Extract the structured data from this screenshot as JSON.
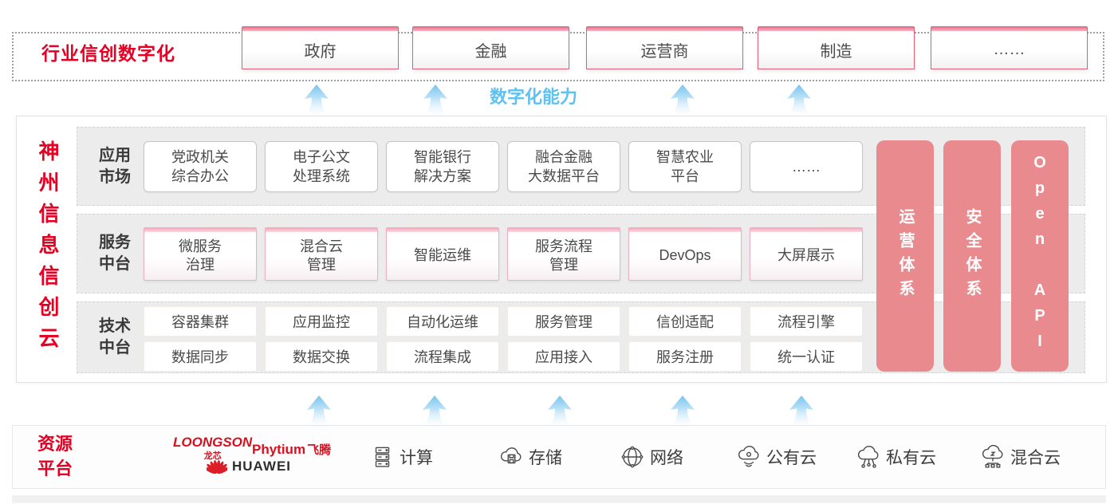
{
  "colors": {
    "brand_red": "#e60023",
    "industry_box_border": "#e25c78",
    "pillar_salmon": "#e98b8e",
    "capability_blue": "#5ec1ef",
    "arrow_blue": "#a8d9f5",
    "row_gray": "#ececec"
  },
  "industry": {
    "title": "行业信创数字化",
    "items": [
      "政府",
      "金融",
      "运营商",
      "制造",
      "……"
    ]
  },
  "capability": {
    "label": "数字化能力"
  },
  "platform": {
    "title": "神州信息信创云",
    "rows": [
      {
        "label": "应用\n市场",
        "items": [
          "党政机关\n综合办公",
          "电子公文\n处理系统",
          "智能银行\n解决方案",
          "融合金融\n大数据平台",
          "智慧农业\n平台",
          "……"
        ]
      },
      {
        "label": "服务\n中台",
        "items": [
          "微服务\n治理",
          "混合云\n管理",
          "智能运维",
          "服务流程\n管理",
          "DevOps",
          "大屏展示"
        ]
      },
      {
        "label": "技术\n中台",
        "items_top": [
          "容器集群",
          "应用监控",
          "自动化运维",
          "服务管理",
          "信创适配",
          "流程引擎"
        ],
        "items_bottom": [
          "数据同步",
          "数据交换",
          "流程集成",
          "应用接入",
          "服务注册",
          "统一认证"
        ]
      }
    ],
    "pillars": [
      "运营体系",
      "安全体系",
      "Open API"
    ]
  },
  "resource": {
    "label": "资源\n平台",
    "vendors": {
      "loongson_en": "LOONGSON",
      "loongson_cn": "龙芯",
      "phytium_en": "Phytium",
      "phytium_cn": "飞腾",
      "huawei": "HUAWEI"
    },
    "items": [
      {
        "icon": "compute-icon",
        "label": "计算"
      },
      {
        "icon": "storage-icon",
        "label": "存储"
      },
      {
        "icon": "network-icon",
        "label": "网络"
      },
      {
        "icon": "public-cloud-icon",
        "label": "公有云"
      },
      {
        "icon": "private-cloud-icon",
        "label": "私有云"
      },
      {
        "icon": "hybrid-cloud-icon",
        "label": "混合云"
      }
    ]
  }
}
